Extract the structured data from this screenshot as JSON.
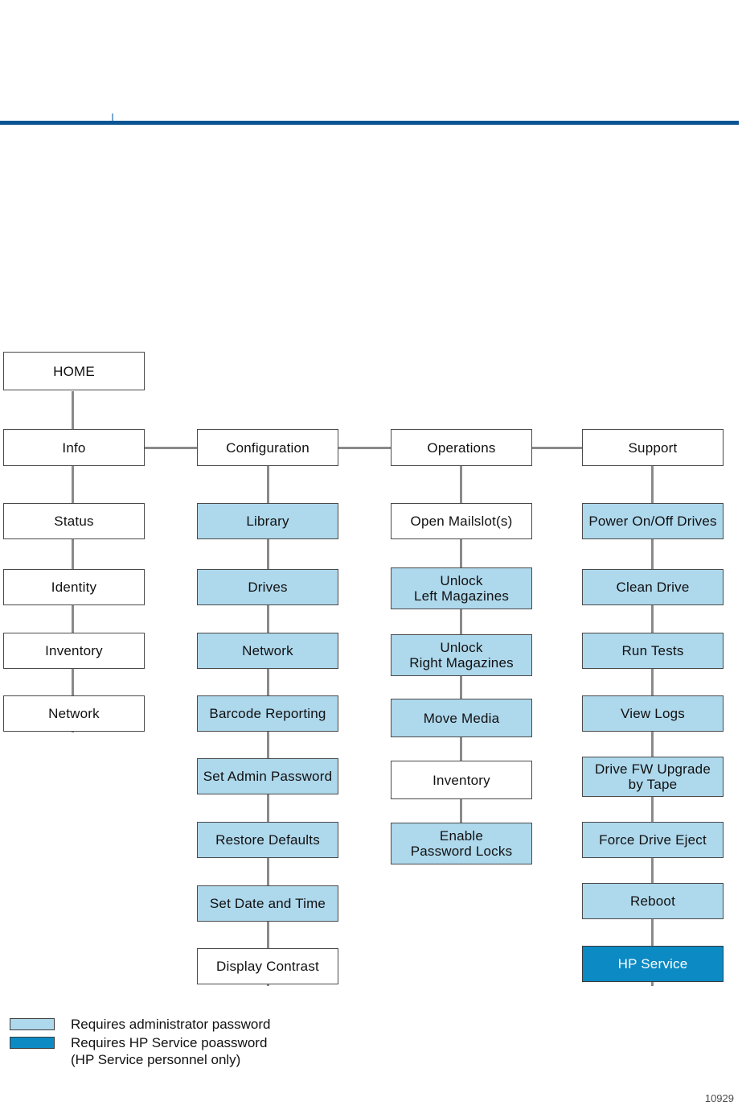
{
  "table": {
    "columns": [
      "",
      ""
    ],
    "rows": [
      {
        "cells": [
          "",
          ""
        ]
      },
      {
        "cells": [
          "",
          ""
        ]
      },
      {
        "cells": [
          "",
          ""
        ]
      }
    ],
    "border_color_dark": "#0a5493",
    "border_color_light": "#7aa8cd"
  },
  "diagram": {
    "root": {
      "label": "HOME"
    },
    "colors": {
      "admin_fill": "#aed8ec",
      "service_fill": "#0b8ac4",
      "plain_fill": "#ffffff",
      "border": "#4a4a4a",
      "connector": "#8a8a8a"
    },
    "columns": [
      {
        "name": "info",
        "header": {
          "label": "Info",
          "level": "plain"
        },
        "items": [
          {
            "label": "Status",
            "level": "plain"
          },
          {
            "label": "Identity",
            "level": "plain"
          },
          {
            "label": "Inventory",
            "level": "plain"
          },
          {
            "label": "Network",
            "level": "plain"
          }
        ]
      },
      {
        "name": "configuration",
        "header": {
          "label": "Configuration",
          "level": "plain"
        },
        "items": [
          {
            "label": "Library",
            "level": "admin"
          },
          {
            "label": "Drives",
            "level": "admin"
          },
          {
            "label": "Network",
            "level": "admin"
          },
          {
            "label": "Barcode Reporting",
            "level": "admin"
          },
          {
            "label": "Set Admin Password",
            "level": "admin"
          },
          {
            "label": "Restore Defaults",
            "level": "admin"
          },
          {
            "label": "Set Date and Time",
            "level": "admin"
          },
          {
            "label": "Display Contrast",
            "level": "plain"
          }
        ]
      },
      {
        "name": "operations",
        "header": {
          "label": "Operations",
          "level": "plain"
        },
        "items": [
          {
            "label": "Open Mailslot(s)",
            "level": "plain"
          },
          {
            "label": "Unlock\nLeft Magazines",
            "level": "admin"
          },
          {
            "label": "Unlock\nRight Magazines",
            "level": "admin"
          },
          {
            "label": "Move Media",
            "level": "admin"
          },
          {
            "label": "Inventory",
            "level": "plain"
          },
          {
            "label": "Enable\nPassword Locks",
            "level": "admin"
          }
        ]
      },
      {
        "name": "support",
        "header": {
          "label": "Support",
          "level": "plain"
        },
        "items": [
          {
            "label": "Power On/Off Drives",
            "level": "admin"
          },
          {
            "label": "Clean Drive",
            "level": "admin"
          },
          {
            "label": "Run Tests",
            "level": "admin"
          },
          {
            "label": "View Logs",
            "level": "admin"
          },
          {
            "label": "Drive FW Upgrade\nby Tape",
            "level": "admin"
          },
          {
            "label": "Force Drive Eject",
            "level": "admin"
          },
          {
            "label": "Reboot",
            "level": "admin"
          },
          {
            "label": "HP Service",
            "level": "service"
          }
        ]
      }
    ]
  },
  "legend": {
    "entries": [
      {
        "swatch": "admin",
        "text": "Requires administrator password"
      },
      {
        "swatch": "service",
        "text": "Requires HP Service poassword\n(HP Service personnel only)"
      }
    ]
  },
  "figure_id": "10929"
}
